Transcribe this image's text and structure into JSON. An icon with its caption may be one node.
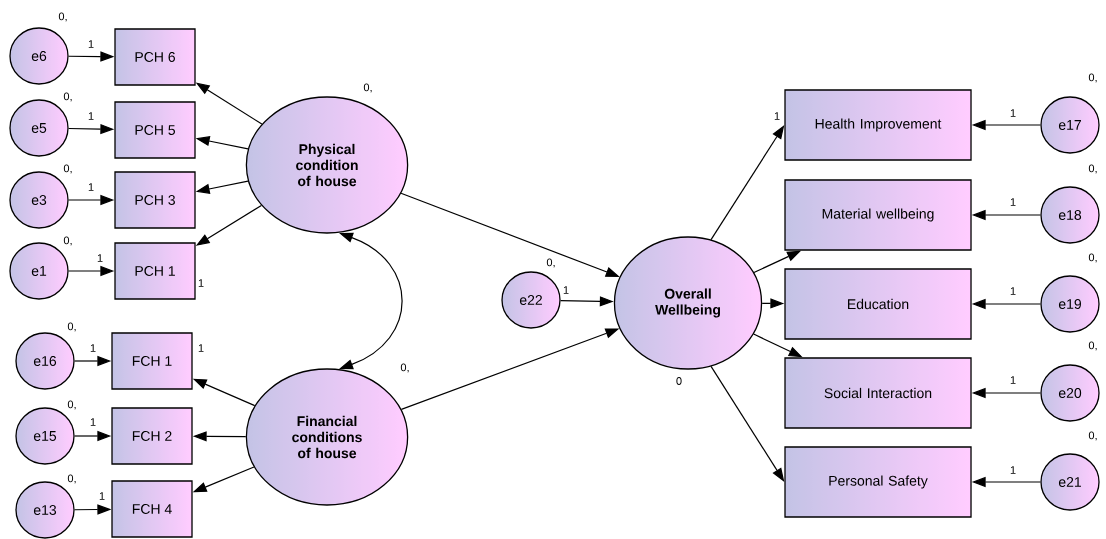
{
  "diagram": {
    "nodes": [
      {
        "text": [
          "e6"
        ],
        "beside": [
          "0,"
        ]
      },
      {
        "text": [
          "PCH 6"
        ]
      },
      {
        "text": [
          "e5"
        ],
        "beside": [
          "0,"
        ]
      },
      {
        "text": [
          "PCH 5"
        ]
      },
      {
        "text": [
          "e3"
        ],
        "beside": [
          "0,"
        ]
      },
      {
        "text": [
          "PCH 3"
        ]
      },
      {
        "text": [
          "e1"
        ],
        "beside": [
          "0,"
        ]
      },
      {
        "text": [
          "PCH 1"
        ]
      },
      {
        "text": [
          "Physical condition of house"
        ],
        "beside": [
          "0,"
        ]
      },
      {
        "text": [
          "e16"
        ],
        "beside": [
          "0,"
        ]
      },
      {
        "text": [
          "FCH 1"
        ]
      },
      {
        "text": [
          "e15"
        ],
        "beside": [
          "0,"
        ]
      },
      {
        "text": [
          "FCH 2"
        ]
      },
      {
        "text": [
          "e13"
        ],
        "beside": [
          "0,"
        ]
      },
      {
        "text": [
          "FCH 4"
        ]
      },
      {
        "text": [
          "Financial conditions of house"
        ],
        "beside": [
          "0,"
        ]
      },
      {
        "text": [
          "e22"
        ],
        "beside": [
          "0,"
        ]
      },
      {
        "text": [
          "Overall Wellbeing"
        ],
        "beside": [
          "0"
        ]
      },
      {
        "text": [
          "Health Improvement"
        ]
      },
      {
        "text": [
          "e17"
        ],
        "beside": [
          "0,"
        ]
      },
      {
        "text": [
          "Material wellbeing"
        ]
      },
      {
        "text": [
          "e18"
        ],
        "beside": [
          "0,"
        ]
      },
      {
        "text": [
          "Education"
        ]
      },
      {
        "text": [
          "e19"
        ],
        "beside": [
          "0,"
        ]
      },
      {
        "text": [
          "Social Interaction"
        ]
      },
      {
        "text": [
          "e20"
        ],
        "beside": [
          "0,"
        ]
      },
      {
        "text": [
          "Personal Safety"
        ]
      },
      {
        "text": [
          "e21"
        ],
        "beside": [
          "0,"
        ]
      }
    ],
    "edges": [
      {
        "from": 0,
        "to": 1,
        "arrow": "to",
        "label": "1"
      },
      {
        "from": 2,
        "to": 3,
        "arrow": "to",
        "label": "1"
      },
      {
        "from": 4,
        "to": 5,
        "arrow": "to",
        "label": "1"
      },
      {
        "from": 6,
        "to": 7,
        "arrow": "to",
        "label": "1"
      },
      {
        "from": 8,
        "to": 1,
        "arrow": "to"
      },
      {
        "from": 8,
        "to": 3,
        "arrow": "to"
      },
      {
        "from": 8,
        "to": 5,
        "arrow": "to"
      },
      {
        "from": 8,
        "to": 7,
        "arrow": "to",
        "label": "1"
      },
      {
        "from": 8,
        "to": 15,
        "arrow": "both"
      },
      {
        "from": 9,
        "to": 10,
        "arrow": "to",
        "label": "1"
      },
      {
        "from": 15,
        "to": 10,
        "arrow": "to",
        "label": "1"
      },
      {
        "from": 11,
        "to": 12,
        "arrow": "to",
        "label": "1"
      },
      {
        "from": 15,
        "to": 12,
        "arrow": "to"
      },
      {
        "from": 13,
        "to": 14,
        "arrow": "to",
        "label": "1"
      },
      {
        "from": 15,
        "to": 14,
        "arrow": "to"
      },
      {
        "from": 8,
        "to": 17,
        "arrow": "to"
      },
      {
        "from": 15,
        "to": 17,
        "arrow": "to"
      },
      {
        "from": 16,
        "to": 17,
        "arrow": "to",
        "label": "1"
      },
      {
        "from": 17,
        "to": 18,
        "arrow": "to",
        "label": "1"
      },
      {
        "from": 17,
        "to": 20,
        "arrow": "to"
      },
      {
        "from": 17,
        "to": 22,
        "arrow": "to"
      },
      {
        "from": 17,
        "to": 24,
        "arrow": "to"
      },
      {
        "from": 17,
        "to": 26,
        "arrow": "to"
      },
      {
        "from": 19,
        "to": 18,
        "arrow": "to",
        "label": "1"
      },
      {
        "from": 21,
        "to": 20,
        "arrow": "to",
        "label": "1"
      },
      {
        "from": 23,
        "to": 22,
        "arrow": "to",
        "label": "1"
      },
      {
        "from": 25,
        "to": 24,
        "arrow": "to",
        "label": "1"
      },
      {
        "from": 27,
        "to": 26,
        "arrow": "to",
        "label": "1"
      }
    ]
  }
}
